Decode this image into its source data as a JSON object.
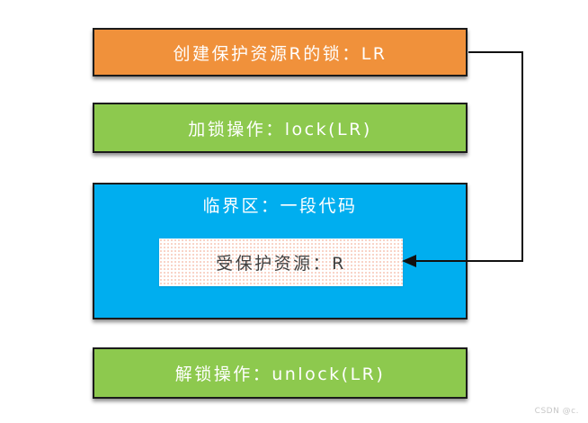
{
  "diagram": {
    "background_color": "#ffffff",
    "nodes": [
      {
        "id": "create-lock",
        "label": "创建保护资源R的锁：LR",
        "fill": "#F0913B",
        "text_color": "#ffffff",
        "border_color": "#1b1b1b"
      },
      {
        "id": "lock-operation",
        "label": "加锁操作：lock(LR)",
        "fill": "#8DC94E",
        "text_color": "#ffffff",
        "border_color": "#1b1b1b"
      },
      {
        "id": "critical-section",
        "label": "临界区：一段代码",
        "fill": "#00AEEF",
        "text_color": "#ffffff",
        "border_color": "#1b1b1b"
      },
      {
        "id": "protected-resource",
        "label": "受保护资源：R",
        "fill": "#ffffff",
        "text_color": "#404040",
        "pattern": "pink-dot-grid"
      },
      {
        "id": "unlock-operation",
        "label": "解锁操作：unlock(LR)",
        "fill": "#8DC94E",
        "text_color": "#ffffff",
        "border_color": "#1b1b1b"
      }
    ],
    "edges": [
      {
        "from": "create-lock",
        "to": "protected-resource",
        "style": "elbow-right-down-left",
        "color": "#111111"
      }
    ],
    "watermark": "CSDN @c."
  }
}
